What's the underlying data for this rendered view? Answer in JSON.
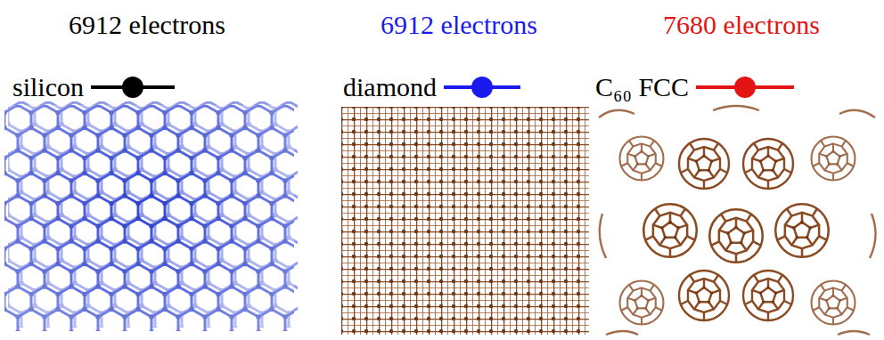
{
  "diagram": {
    "labels": [
      "6912 electrons",
      "6912 electrons",
      "7680 electrons"
    ],
    "legend": [
      {
        "text": "silicon"
      },
      {
        "text": "diamond"
      },
      {
        "text": "C₆₀ FCC"
      }
    ]
  }
}
